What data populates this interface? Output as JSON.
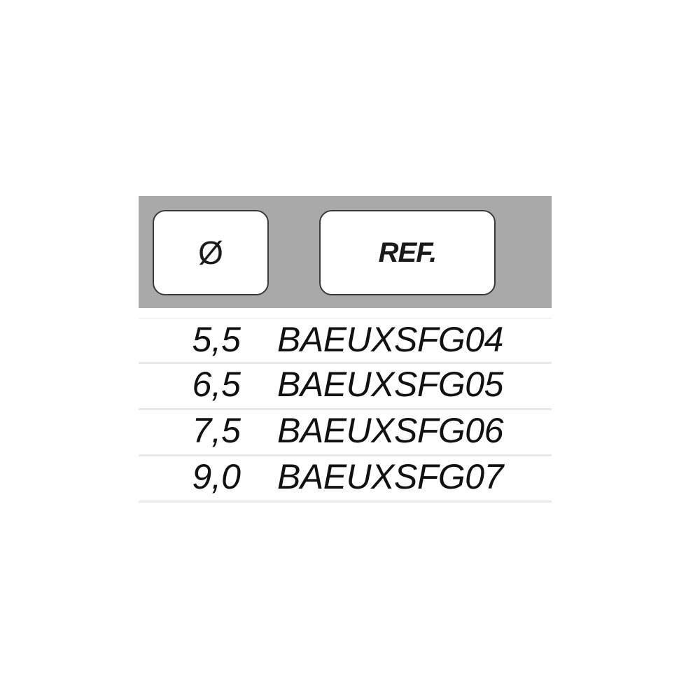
{
  "table": {
    "headers": {
      "diameter": "Ø",
      "ref": "REF."
    },
    "rows": [
      {
        "diameter": "5,5",
        "ref": "BAEUXSFG04"
      },
      {
        "diameter": "6,5",
        "ref": "BAEUXSFG05"
      },
      {
        "diameter": "7,5",
        "ref": "BAEUXSFG06"
      },
      {
        "diameter": "9,0",
        "ref": "BAEUXSFG07"
      }
    ]
  }
}
